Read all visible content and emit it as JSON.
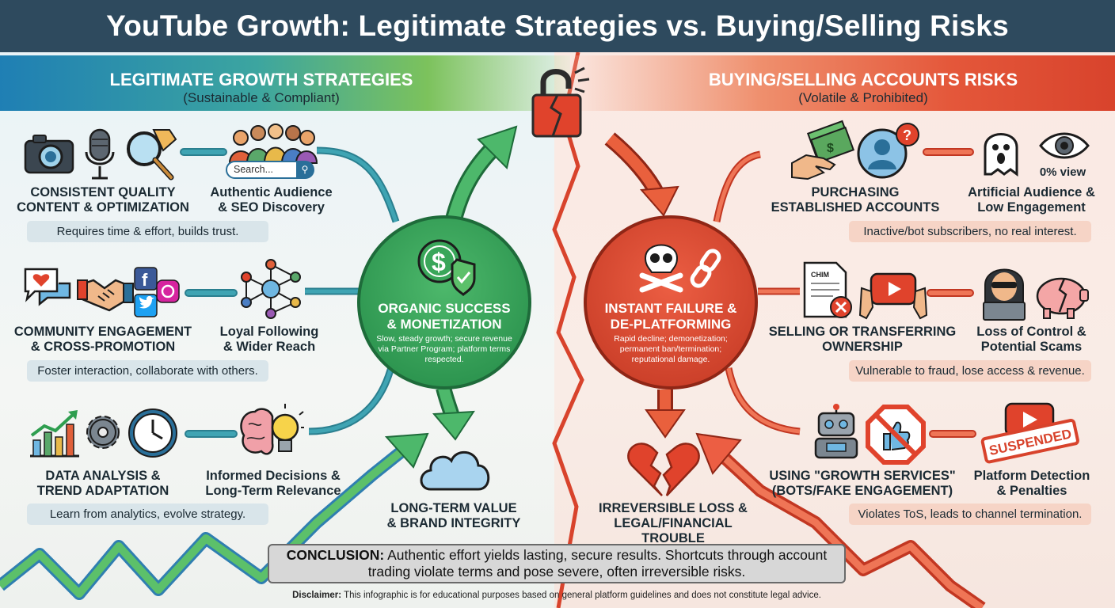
{
  "header": {
    "title": "YouTube Growth: Legitimate Strategies vs. Buying/Selling Risks"
  },
  "left": {
    "title": "LEGITIMATE GROWTH STRATEGIES",
    "subtitle": "(Sustainable & Compliant)",
    "rows": [
      {
        "strategy": "CONSISTENT QUALITY\nCONTENT & OPTIMIZATION",
        "result": "Authentic Audience\n& SEO Discovery",
        "note": "Requires time & effort, builds trust."
      },
      {
        "strategy": "COMMUNITY ENGAGEMENT\n& CROSS-PROMOTION",
        "result": "Loyal Following\n& Wider Reach",
        "note": "Foster interaction, collaborate with others."
      },
      {
        "strategy": "DATA ANALYSIS &\nTREND ADAPTATION",
        "result": "Informed Decisions &\nLong-Term Relevance",
        "note": "Learn from analytics, evolve strategy."
      }
    ],
    "search_placeholder": "Search...",
    "hub": {
      "title": "ORGANIC SUCCESS\n& MONETIZATION",
      "body": "Slow, steady growth; secure revenue via Partner Program; platform terms respected."
    },
    "outcome": "LONG-TERM VALUE\n& BRAND INTEGRITY"
  },
  "right": {
    "title": "BUYING/SELLING ACCOUNTS RISKS",
    "subtitle": "(Volatile & Prohibited)",
    "rows": [
      {
        "strategy": "PURCHASING\nESTABLISHED ACCOUNTS",
        "result": "Artificial Audience &\nLow Engagement",
        "note": "Inactive/bot subscribers, no real interest."
      },
      {
        "strategy": "SELLING OR TRANSFERRING\nOWNERSHIP",
        "result": "Loss of Control &\nPotential Scams",
        "note": "Vulnerable to fraud, lose access & revenue."
      },
      {
        "strategy": "USING \"GROWTH SERVICES\"\n(BOTS/FAKE ENGAGEMENT)",
        "result": "Platform Detection\n& Penalties",
        "note": "Violates ToS, leads to channel termination."
      }
    ],
    "view_label": "0% view",
    "doc_label": "CHIM",
    "stamp_label": "SUSPENDED",
    "hub": {
      "title": "INSTANT FAILURE &\nDE-PLATFORMING",
      "body": "Rapid decline; demonetization; permanent ban/termination; reputational damage."
    },
    "outcome": "IRREVERSIBLE LOSS &\nLEGAL/FINANCIAL TROUBLE"
  },
  "conclusion": {
    "label": "CONCLUSION:",
    "text": " Authentic effort yields lasting, secure results. Shortcuts through account trading violate terms and pose severe, often irreversible risks."
  },
  "disclaimer": {
    "label": "Disclaimer:",
    "text": " This infographic is for educational purposes based on general platform guidelines and does not constitute legal advice."
  },
  "colors": {
    "green": "#2e9e4f",
    "teal": "#3a9bb0",
    "red": "#d9432b",
    "orange": "#e9603d",
    "navy": "#2e4a5e"
  },
  "icons": [
    "camera-icon",
    "microphone-icon",
    "magnifier-icon",
    "audience-icon",
    "heart-bubble-icon",
    "handshake-icon",
    "social-icons",
    "network-icon",
    "bar-chart-icon",
    "gear-icon",
    "clock-icon",
    "brain-bulb-icon",
    "dollar-shield-icon",
    "cloud-icon",
    "broken-lock-icon",
    "cash-hand-icon",
    "question-user-icon",
    "ghost-icon",
    "eye-icon",
    "skull-icon",
    "broken-chain-icon",
    "contract-icon",
    "video-hands-icon",
    "hacker-icon",
    "piggy-bank-icon",
    "robot-icon",
    "no-thumb-icon",
    "suspended-stamp-icon",
    "broken-heart-icon"
  ]
}
